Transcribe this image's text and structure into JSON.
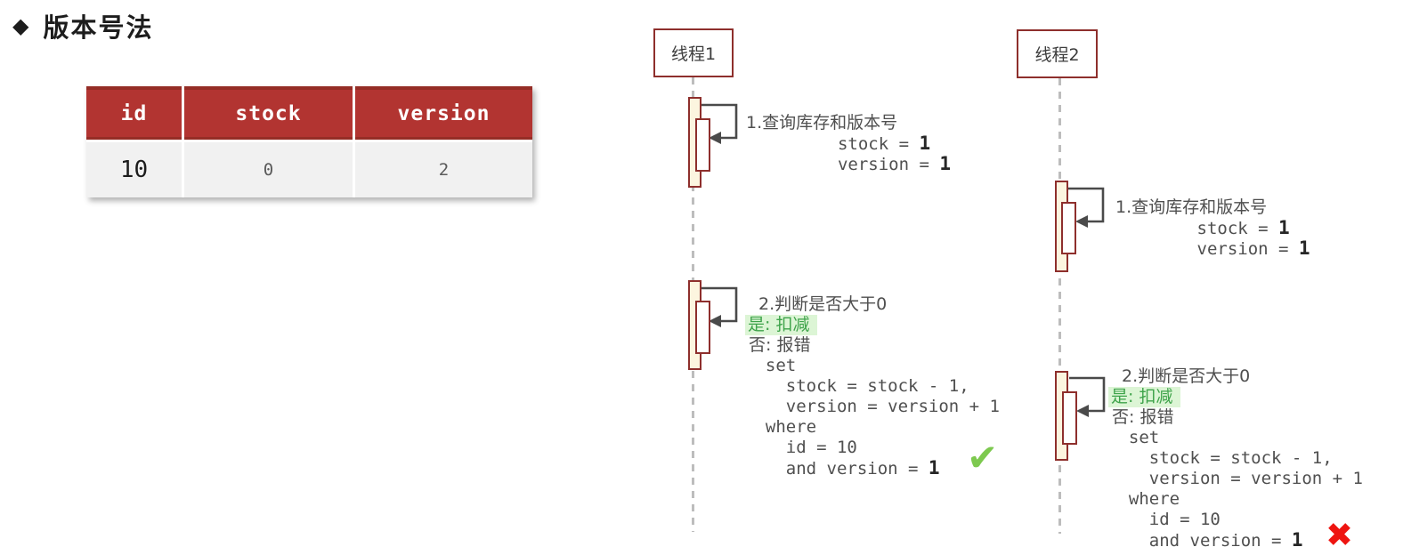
{
  "title": {
    "marker": "◆",
    "text": "版本号法"
  },
  "table": {
    "headers": [
      "id",
      "stock",
      "version"
    ],
    "row": [
      "10",
      "0",
      "2"
    ]
  },
  "colors": {
    "header_red": "#B23431",
    "border_dark_red": "#8E2F2C",
    "activation_cream": "#FCF5DF",
    "highlight_green_bg": "#DCF5D5",
    "highlight_green_text": "#3EA34A",
    "check_green": "#7DC94F",
    "x_red": "#EE1410",
    "text_gray": "#4F4F4F"
  },
  "icons": {
    "check": "✔",
    "cross": "✖"
  },
  "threads": {
    "t1": {
      "label": "线程1",
      "step1": {
        "title": "1.查询库存和版本号",
        "stock_line_prefix": "         stock = ",
        "stock_value": "1",
        "version_line_prefix": "         version = ",
        "version_value": "1"
      },
      "step2": {
        "title": "2.判断是否大于0",
        "yes_label": "是: 扣减",
        "no_label": "否: 报错",
        "sql_set": "  set",
        "sql_stock": "    stock = stock - 1,",
        "sql_version": "    version = version + 1",
        "sql_where": "  where",
        "sql_id": "    id = 10",
        "sql_and_prefix": "    and version = ",
        "sql_and_value": "1"
      }
    },
    "t2": {
      "label": "线程2",
      "step1": {
        "title": "1.查询库存和版本号",
        "stock_line_prefix": "        stock = ",
        "stock_value": "1",
        "version_line_prefix": "        version = ",
        "version_value": "1"
      },
      "step2": {
        "title": "2.判断是否大于0",
        "yes_label": "是: 扣减",
        "no_label": "否: 报错",
        "sql_set": "  set",
        "sql_stock": "    stock = stock - 1,",
        "sql_version": "    version = version + 1",
        "sql_where": "  where",
        "sql_id": "    id = 10",
        "sql_and_prefix": "    and version = ",
        "sql_and_value": "1"
      }
    }
  }
}
